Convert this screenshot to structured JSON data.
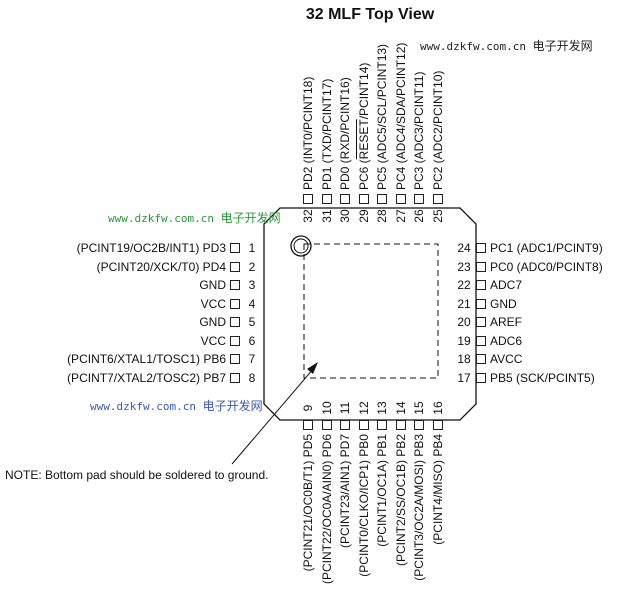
{
  "title": "32 MLF Top View",
  "watermark": {
    "url": "www.dzkfw.com.cn",
    "cn": "电子开发网"
  },
  "note": "NOTE:  Bottom pad should be soldered to ground.",
  "left_pins": [
    {
      "num": "1",
      "label": "(PCINT19/OC2B/INT1) PD3"
    },
    {
      "num": "2",
      "label": "(PCINT20/XCK/T0) PD4"
    },
    {
      "num": "3",
      "label": "GND"
    },
    {
      "num": "4",
      "label": "VCC"
    },
    {
      "num": "5",
      "label": "GND"
    },
    {
      "num": "6",
      "label": "VCC"
    },
    {
      "num": "7",
      "label": "(PCINT6/XTAL1/TOSC1) PB6"
    },
    {
      "num": "8",
      "label": "(PCINT7/XTAL2/TOSC2) PB7"
    }
  ],
  "right_pins": [
    {
      "num": "24",
      "label": "PC1 (ADC1/PCINT9)"
    },
    {
      "num": "23",
      "label": "PC0 (ADC0/PCINT8)"
    },
    {
      "num": "22",
      "label": "ADC7"
    },
    {
      "num": "21",
      "label": "GND"
    },
    {
      "num": "20",
      "label": "AREF"
    },
    {
      "num": "19",
      "label": "ADC6"
    },
    {
      "num": "18",
      "label": "AVCC"
    },
    {
      "num": "17",
      "label": "PB5 (SCK/PCINT5)"
    }
  ],
  "top_pins": [
    {
      "num": "32",
      "label": "PD2 (INT0/PCINT18)"
    },
    {
      "num": "31",
      "label": "PD1 (TXD/PCINT17)"
    },
    {
      "num": "30",
      "label": "PD0 (RXD/PCINT16)"
    },
    {
      "num": "29",
      "label": "PC6 (RESET/PCINT14)"
    },
    {
      "num": "28",
      "label": "PC5 (ADC5/SCL/PCINT13)"
    },
    {
      "num": "27",
      "label": "PC4 (ADC4/SDA/PCINT12)"
    },
    {
      "num": "26",
      "label": "PC3 (ADC3/PCINT11)"
    },
    {
      "num": "25",
      "label": "PC2 (ADC2/PCINT10)"
    }
  ],
  "bottom_pins": [
    {
      "num": "9",
      "label": "(PCINT21/OC0B/T1) PD5"
    },
    {
      "num": "10",
      "label": "(PCINT22/OC0A/AIN0) PD6"
    },
    {
      "num": "11",
      "label": "(PCINT23/AIN1) PD7"
    },
    {
      "num": "12",
      "label": "(PCINT0/CLKO/ICP1) PB0"
    },
    {
      "num": "13",
      "label": "(PCINT1/OC1A) PB1"
    },
    {
      "num": "14",
      "label": "(PCINT2/SS/OC1B) PB2"
    },
    {
      "num": "15",
      "label": "(PCINT3/OC2A/MOSI) PB3"
    },
    {
      "num": "16",
      "label": "(PCINT4/MISO) PB4"
    }
  ]
}
